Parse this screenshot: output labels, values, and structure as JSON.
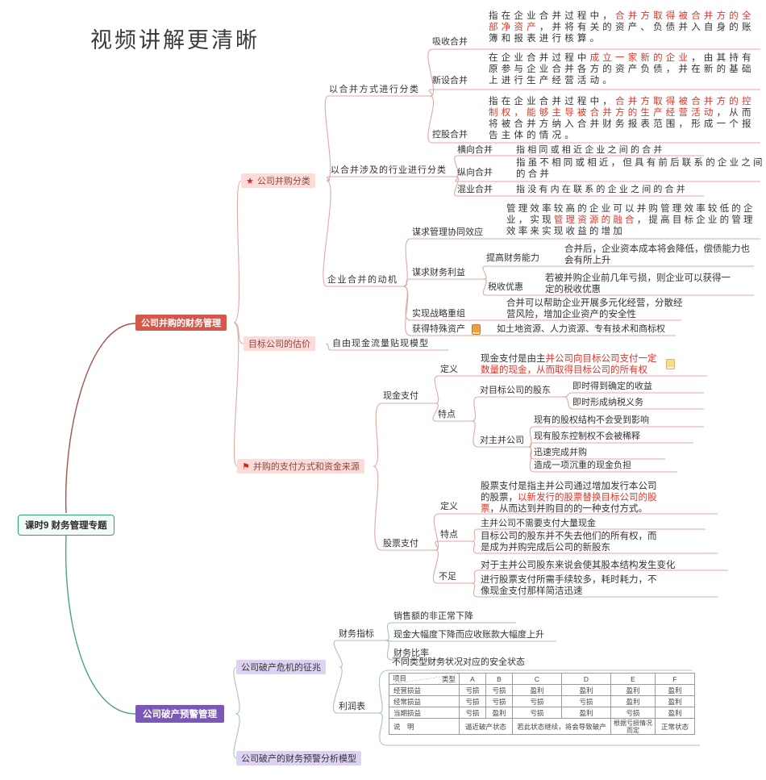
{
  "title": "视频讲解更清晰",
  "palette": {
    "branch_ma_box": "#d4574b",
    "branch_bk_box": "#7a58b5",
    "root_border": "#2fa273",
    "pink_highlight": "#fbdcd8",
    "lavender_highlight": "#ddd2f3",
    "line_top": "#dfa9a2",
    "line_root_ma": "#a5524b",
    "line_root_bk": "#4fa287",
    "line_bottom": "#a9c3ba",
    "red_text": "#e03428"
  },
  "root": {
    "label": "课时9 财务管理专题"
  },
  "ma": {
    "label": "公司并购的财务管理",
    "cls": {
      "label": "公司并购分类",
      "star": "★",
      "by_method": {
        "label": "以合并方式进行分类",
        "absorb": {
          "label": "吸收合并",
          "d1": "指在企业合并过程中，",
          "r": "合并方取得被合并方的全部净资产",
          "d2": "，并将有关的资产、负债并入自身的账簿和报表进行核算。"
        },
        "newco": {
          "label": "新设合并",
          "d1": "在企业合并过程中",
          "r": "成立一家新的企业",
          "d2": "，由其持有原参与企业合并各方的资产负债，并在新的基础上进行生产经营活动。"
        },
        "holding": {
          "label": "控股合并",
          "d1": "指在企业合并过程中，",
          "r": "合并方取得被合并方的控制权，能够主导被合并方的生产经营活动",
          "d2": "，从而将被合并方纳入合并财务报表范围，形成一个报告主体的情况。"
        }
      },
      "by_industry": {
        "label": "以合并涉及的行业进行分类",
        "horizontal": {
          "label": "横向合并",
          "desc": "指相同或相近企业之间的合并"
        },
        "vertical": {
          "label": "纵向合并",
          "desc": "指虽不相同或相近，但具有前后联系的企业之间的合并"
        },
        "mixed": {
          "label": "混业合并",
          "desc": "指没有内在联系的企业之间的合并"
        }
      },
      "motive": {
        "label": "企业合并的动机",
        "synergy": {
          "label": "谋求管理协同效应",
          "d1": "管理效率较高的企业可以并购管理效率较低的企业，实现",
          "r": "管理资源的融合",
          "d2": "，提高目标企业的管理效率来实现收益的增加"
        },
        "finance": {
          "label": "谋求财务利益",
          "ability": {
            "label": "提高财务能力",
            "desc": "合并后，企业资本成本将会降低，偿债能力也会有所上升"
          },
          "tax": {
            "label": "税收优惠",
            "desc": "若被并购企业前几年亏损，则企业可以获得一定的税收优惠"
          }
        },
        "strategy": {
          "label": "实现战略重组",
          "desc": "合并可以帮助企业开展多元化经营，分散经营风险，增加企业资产的安全性"
        },
        "asset": {
          "label": "获得特殊资产",
          "desc": "如土地资源、人力资源、专有技术和商标权"
        }
      }
    },
    "valuation": {
      "label": "目标公司的估价",
      "model": "自由现金流量贴现模型"
    },
    "payment": {
      "label": "并购的支付方式和资金来源",
      "flag": "⚑",
      "cash": {
        "label": "现金支付",
        "def": {
          "label": "定义",
          "d1": "现金支付是由主",
          "r": "并公司向目标公司支付一定数量的现金，从而取得目标公司的所有权"
        },
        "feature": {
          "label": "特点",
          "target": {
            "label": "对目标公司的股东",
            "items": [
              "即时得到确定的收益",
              "即时形成纳税义务"
            ]
          },
          "acquirer": {
            "label": "对主并公司",
            "items": [
              "现有的股权结构不会受到影响",
              "现有股东控制权不会被稀释",
              "迅速完成并购",
              "造成一项沉重的现金负担"
            ]
          }
        }
      },
      "stock": {
        "label": "股票支付",
        "def": {
          "label": "定义",
          "d1": "股票支付是指主并公司通过增加发行本公司的股票，",
          "r": "以新发行的股票替换目标公司的股票",
          "d2": "，从而达到并购目的的一种支付方式。"
        },
        "feature": {
          "label": "特点",
          "items": [
            "主并公司不需要支付大量现金",
            "目标公司的股东并不失去他们的所有权，而是成为并购完成后公司的新股东"
          ]
        },
        "weakness": {
          "label": "不足",
          "items": [
            "对于主并公司股东来说会使其股本结构发生变化",
            "进行股票支付所需手续较多，耗时耗力，不像现金支付那样简洁迅速"
          ]
        }
      }
    }
  },
  "bankruptcy": {
    "label": "公司破产预警管理",
    "signs": {
      "label": "公司破产危机的征兆",
      "indicators": {
        "label": "财务指标",
        "items": [
          "销售额的非正常下降",
          "现金大幅度下降而应收账款大幅度上升",
          "财务比率"
        ]
      },
      "income": {
        "label": "利润表",
        "note": "不同类型财务状况对应的安全状态",
        "table": {
          "corner_top": "类型",
          "corner_bottom": "项目",
          "columns": [
            "A",
            "B",
            "C",
            "D",
            "E",
            "F"
          ],
          "rows": [
            {
              "label": "经营损益",
              "values": [
                "亏损",
                "亏损",
                "盈利",
                "盈利",
                "盈利",
                "盈利"
              ]
            },
            {
              "label": "经常损益",
              "values": [
                "亏损",
                "亏损",
                "亏损",
                "亏损",
                "盈利",
                "盈利"
              ]
            },
            {
              "label": "当期损益",
              "values": [
                "亏损",
                "盈利",
                "亏损",
                "盈利",
                "亏损",
                "盈利"
              ]
            }
          ],
          "note_row": {
            "label": "说　明",
            "ab": "逼近破产状态",
            "cd": "若此状态继续，将会导致破产",
            "e": "根据亏损情况而定",
            "f": "正常状态"
          }
        }
      }
    },
    "model": {
      "label": "公司破产的财务预警分析模型"
    }
  }
}
